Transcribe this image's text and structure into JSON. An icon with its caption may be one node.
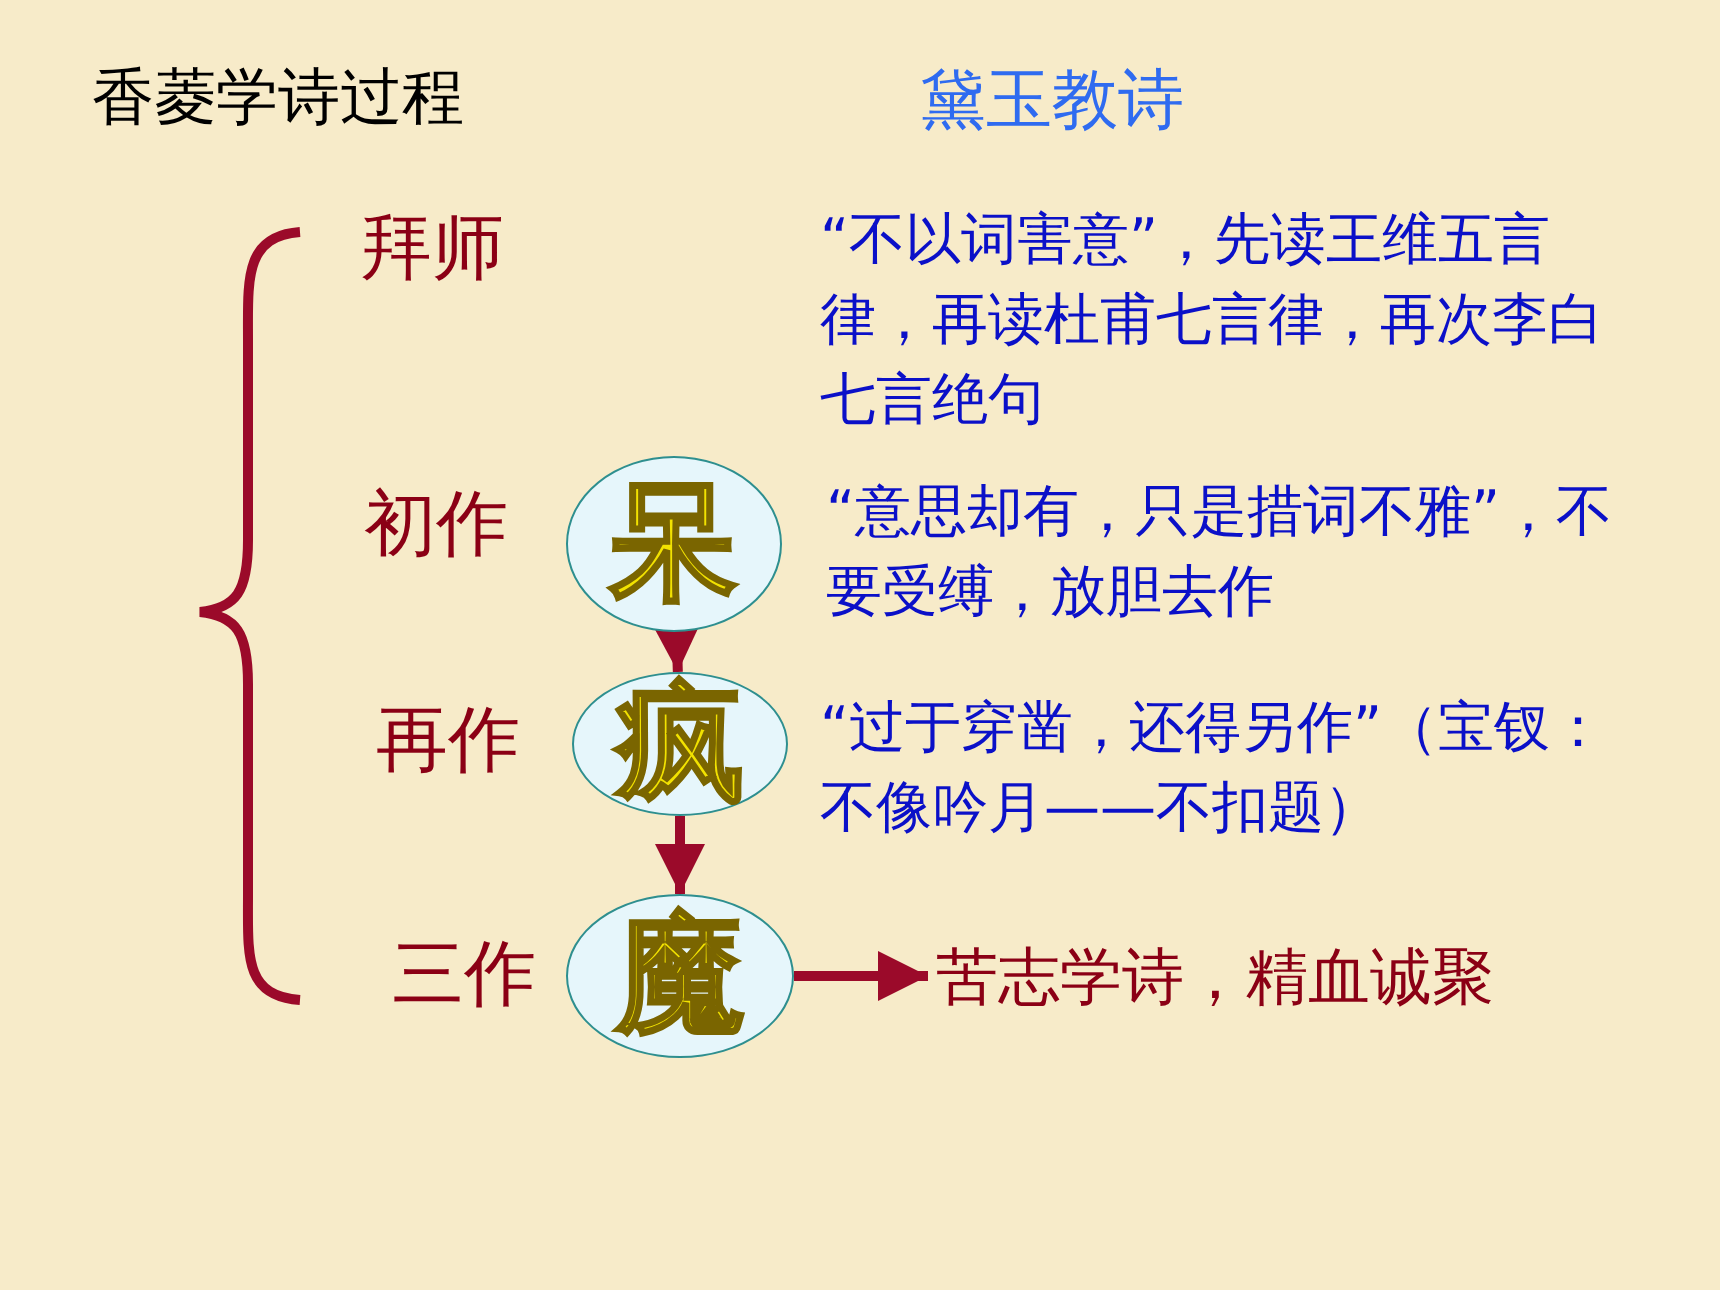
{
  "diagram": {
    "title": "香菱学诗过程",
    "nodes": [
      {
        "text": [
          "呆"
        ]
      },
      {
        "text": [
          "疯"
        ]
      },
      {
        "text": [
          "魔"
        ]
      },
      {
        "text": [
          "苦志学诗，精血诚聚"
        ]
      }
    ],
    "edges": [
      {
        "from": 0,
        "to": 1,
        "arrow": "to"
      },
      {
        "from": 1,
        "to": 2,
        "arrow": "to"
      },
      {
        "from": 2,
        "to": 3,
        "arrow": "to"
      }
    ],
    "labels": [
      "黛玉教诗",
      "拜师",
      "“不以词害意”，先读王维五言律，再读杜甫七言律，再次李白七言绝句",
      "初作",
      "“意思却有，只是措词不雅”，不要受缚，放胆去作",
      "再作",
      "“过于穿凿，还得另作”（宝钗：不像吟月——不扣题）",
      "三作"
    ]
  }
}
